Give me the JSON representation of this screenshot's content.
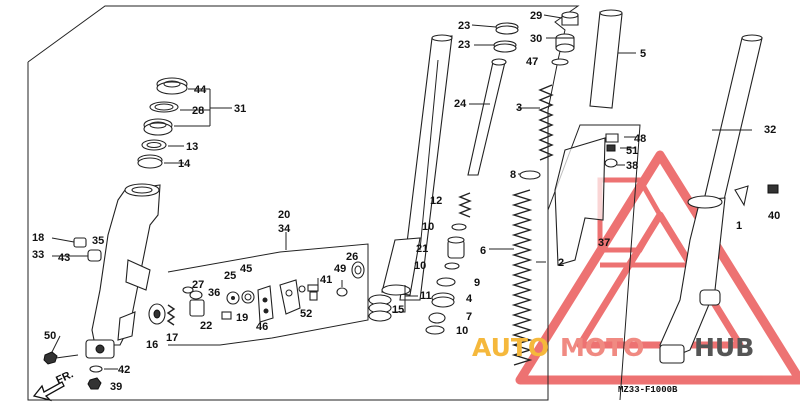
{
  "diagram": {
    "code": "MZ33-F1000B",
    "direction_label": "FR.",
    "labels": {
      "p1": "1",
      "p2": "2",
      "p3": "3",
      "p4": "4",
      "p5": "5",
      "p6": "6",
      "p7": "7",
      "p8": "8",
      "p9": "9",
      "p10a": "10",
      "p10b": "10",
      "p10c": "10",
      "p11": "11",
      "p12": "12",
      "p13": "13",
      "p14": "14",
      "p15": "15",
      "p16": "16",
      "p17": "17",
      "p18": "18",
      "p19": "19",
      "p20": "20",
      "p21": "21",
      "p22": "22",
      "p23a": "23",
      "p23b": "23",
      "p24": "24",
      "p25": "25",
      "p26": "26",
      "p27": "27",
      "p28": "28",
      "p29": "29",
      "p30": "30",
      "p31": "31",
      "p32": "32",
      "p33": "33",
      "p34": "34",
      "p35": "35",
      "p36": "36",
      "p37": "37",
      "p38": "38",
      "p39": "39",
      "p40": "40",
      "p41": "41",
      "p42": "42",
      "p43": "43",
      "p44": "44",
      "p45": "45",
      "p46": "46",
      "p47": "47",
      "p48": "48",
      "p49": "49",
      "p50": "50",
      "p51": "51",
      "p52": "52"
    }
  },
  "watermark": {
    "text_a": "AUTO",
    "text_b": "MOTO",
    "text_c": "HUB",
    "color_a": "#f5b83c",
    "color_b": "#f08a82",
    "color_c": "#555555",
    "triangle_color": "#e84848"
  }
}
